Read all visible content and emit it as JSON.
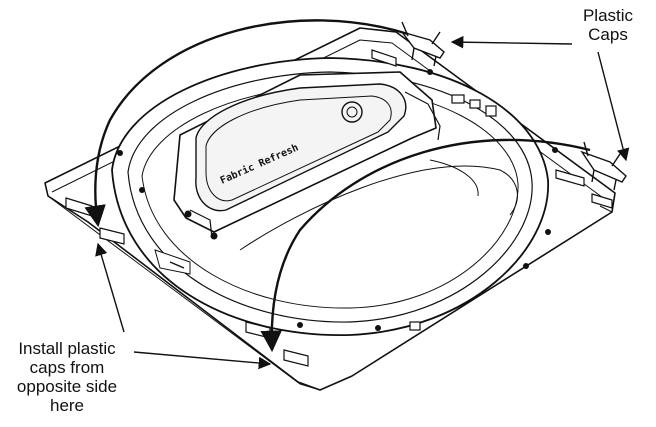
{
  "labels": {
    "plastic_caps": [
      "Plastic",
      "Caps"
    ],
    "install_instruction": [
      "Install plastic",
      "caps from",
      "opposite side",
      "here"
    ],
    "panel_text": "Fabric Refresh"
  },
  "colors": {
    "line": "#111111",
    "background": "#ffffff",
    "shade": "#d8d8d8"
  }
}
